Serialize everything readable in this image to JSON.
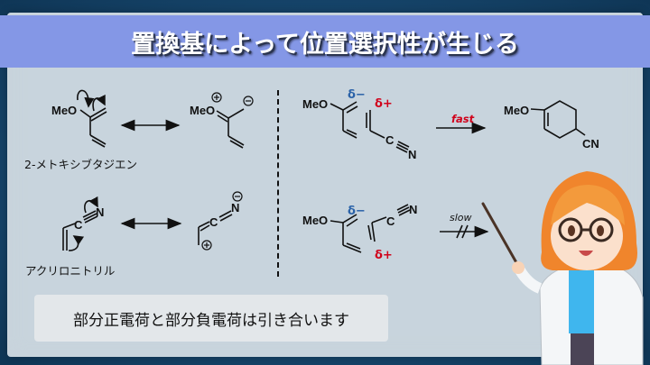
{
  "title": "置換基によって位置選択性が生じる",
  "left": {
    "diene_label": "2-メトキシブタジエン",
    "dienophile_label": "アクリロニトリル",
    "meo": "MeO",
    "c": "C",
    "n": "N"
  },
  "right": {
    "meo": "MeO",
    "delta_minus": "δ−",
    "delta_plus": "δ+",
    "c": "C",
    "n": "N",
    "cn": "CN",
    "fast_label": "fast",
    "slow_label": "slow"
  },
  "caption": "部分正電荷と部分負電荷は引き合います",
  "colors": {
    "title_bar": "#8497e6",
    "delta_minus": "#2a62a8",
    "delta_plus": "#d0021b",
    "panel": "#c8d4dd"
  }
}
